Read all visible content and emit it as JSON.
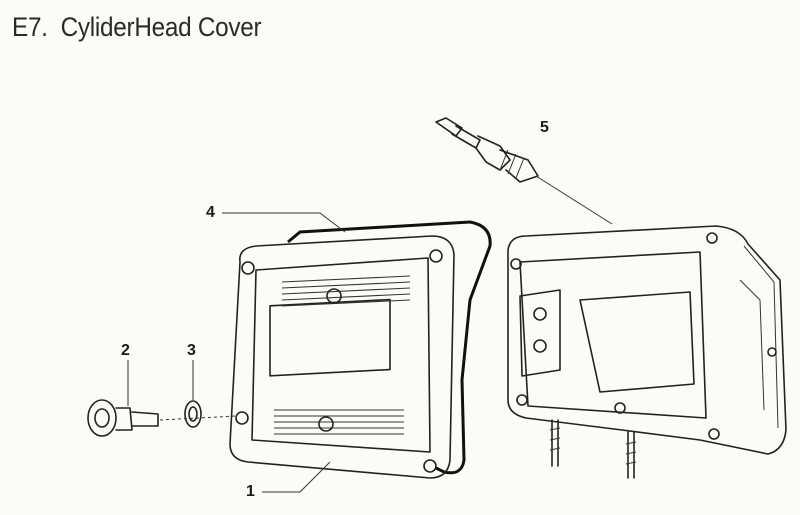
{
  "title": "E7.  CyliderHead Cover",
  "callouts": {
    "cover": "1",
    "bolt": "2",
    "washer": "3",
    "gasket": "4",
    "spark_plug": "5"
  }
}
